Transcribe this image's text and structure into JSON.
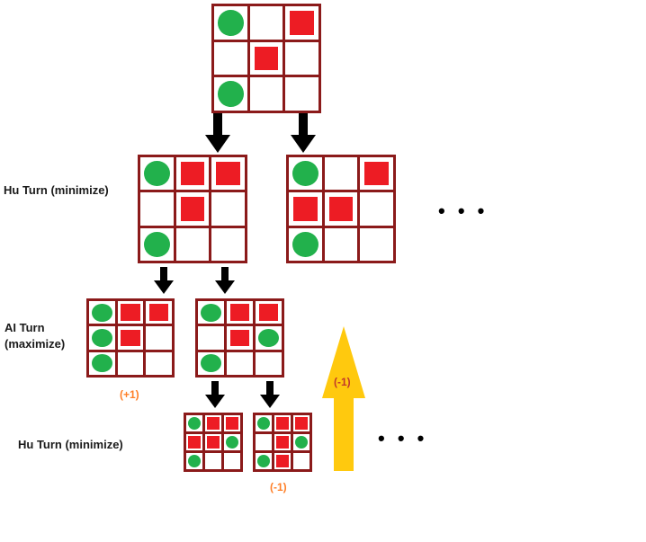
{
  "labels": {
    "hu_turn_1": "Hu Turn (minimize)",
    "ai_turn_line1": "AI Turn",
    "ai_turn_line2": "(maximize)",
    "hu_turn_2": "Hu Turn (minimize)"
  },
  "scores": {
    "left_ai_board": "(+1)",
    "right_bottom_board": "(-1)",
    "up_arrow": "(-1)"
  },
  "ellipsis": {
    "level1": "• • •",
    "level3": "• • •"
  },
  "colors": {
    "board_border": "#8b1a1a",
    "o_piece": "#22b14c",
    "x_piece": "#ed1c24",
    "score_orange": "#ff7f27",
    "up_arrow": "#ffc90e"
  },
  "boards": {
    "root": [
      "O",
      "",
      "X",
      "",
      "X",
      "",
      "O",
      "",
      ""
    ],
    "level1_left": [
      "O",
      "X",
      "X",
      "",
      "X",
      "",
      "O",
      "",
      ""
    ],
    "level1_right": [
      "O",
      "",
      "X",
      "X",
      "X",
      "",
      "O",
      "",
      ""
    ],
    "level2_left": [
      "O",
      "X",
      "X",
      "O",
      "X",
      "",
      "O",
      "",
      ""
    ],
    "level2_right": [
      "O",
      "X",
      "X",
      "",
      "X",
      "O",
      "O",
      "",
      ""
    ],
    "level3_left": [
      "O",
      "X",
      "X",
      "X",
      "X",
      "O",
      "O",
      "",
      ""
    ],
    "level3_right": [
      "O",
      "X",
      "X",
      "",
      "X",
      "O",
      "O",
      "X",
      ""
    ]
  }
}
